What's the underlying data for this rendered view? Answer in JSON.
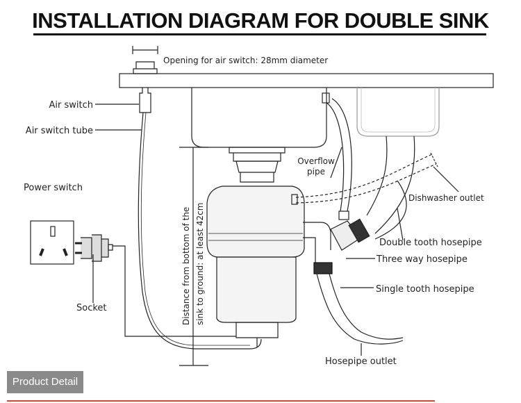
{
  "title": "INSTALLATION DIAGRAM FOR DOUBLE SINK",
  "labels": {
    "opening": "Opening for air switch: 28mm diameter",
    "air_switch": "Air switch",
    "air_switch_tube": "Air switch tube",
    "power_switch": "Power switch",
    "socket": "Socket",
    "distance_line1": "Distance from bottom of the",
    "distance_line2": "sink to ground: at least 42cm",
    "overflow_line1": "Overflow",
    "overflow_line2": "pipe",
    "dishwasher_outlet": "Dishwasher outlet",
    "double_tooth": "Double tooth hosepipe",
    "three_way": "Three way hosepipe",
    "single_tooth": "Single tooth hosepipe",
    "hosepipe_outlet": "Hosepipe outlet"
  },
  "footer": {
    "product_detail": "Product Detail",
    "accent_color": "#e8402f"
  }
}
